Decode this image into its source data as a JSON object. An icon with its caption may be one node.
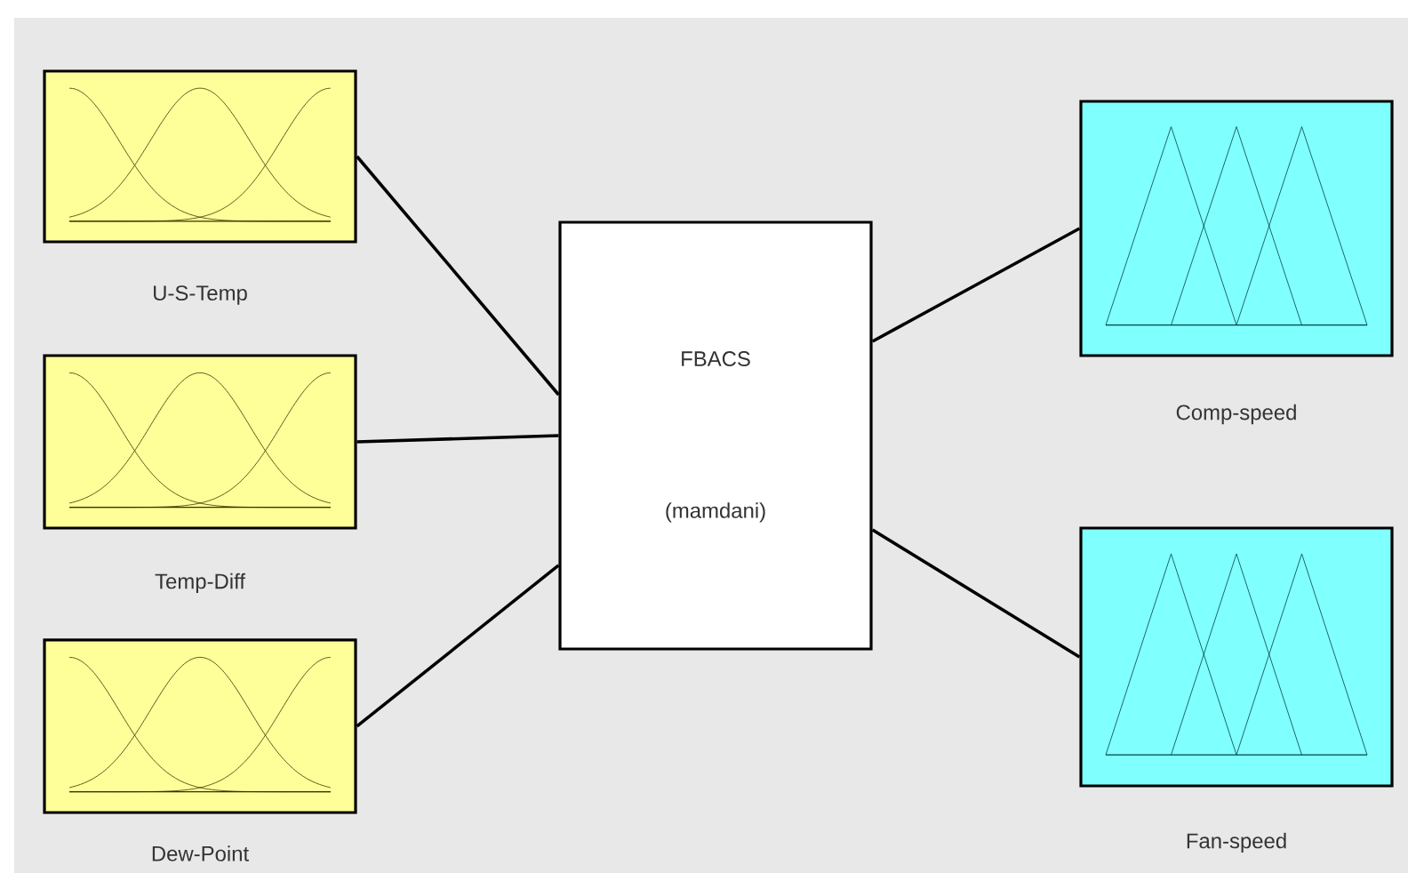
{
  "diagram": {
    "nodes": [
      {
        "text": [
          "U-S-Temp"
        ]
      },
      {
        "text": [
          "Temp-Diff"
        ]
      },
      {
        "text": [
          "Dew-Point"
        ]
      },
      {
        "text": [
          "FBACS",
          "(mamdani)"
        ]
      },
      {
        "text": [
          "Comp-speed"
        ]
      },
      {
        "text": [
          "Fan-speed"
        ]
      }
    ],
    "edges": [
      {
        "from": 0,
        "to": 3,
        "arrow": "none"
      },
      {
        "from": 1,
        "to": 3,
        "arrow": "none"
      },
      {
        "from": 2,
        "to": 3,
        "arrow": "none"
      },
      {
        "from": 3,
        "to": 4,
        "arrow": "none"
      },
      {
        "from": 3,
        "to": 5,
        "arrow": "none"
      }
    ]
  }
}
